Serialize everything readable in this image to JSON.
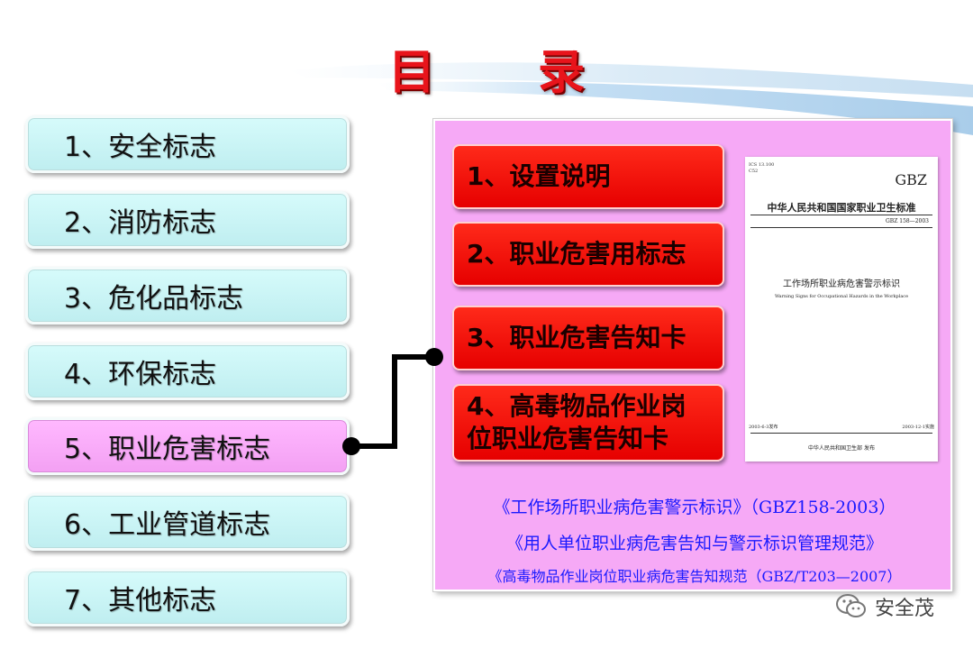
{
  "title": "目 录",
  "left_menu": [
    {
      "label": "1、安全标志"
    },
    {
      "label": "2、消防标志"
    },
    {
      "label": "3、危化品标志"
    },
    {
      "label": "4、环保标志"
    },
    {
      "label": "5、职业危害标志",
      "active": true
    },
    {
      "label": "6、工业管道标志"
    },
    {
      "label": "7、其他标志"
    }
  ],
  "panel": {
    "buttons": [
      {
        "label": "1、设置说明"
      },
      {
        "label": "2、职业危害用标志"
      },
      {
        "label": "3、职业危害告知卡"
      },
      {
        "label_line1": "4、高毒物品作业岗",
        "label_line2": "位职业危害告知卡"
      }
    ],
    "document": {
      "ics_line1": "ICS 13.100",
      "ics_line2": "C52",
      "code": "GBZ",
      "standard_title": "中华人民共和国国家职业卫生标准",
      "number": "GBZ 158—2003",
      "title_cn": "工作场所职业病危害警示标识",
      "title_en": "Warning Signs for Occupational Hazards in the Workplace",
      "issue_date": "2003-6-3发布",
      "effective_date": "2003-12-1实施",
      "publisher": "中华人民共和国卫生部 发布"
    },
    "references": [
      "《工作场所职业病危害警示标识》（GBZ158-2003）",
      "《用人单位职业病危害告知与警示标识管理规范》",
      "《高毒物品作业岗位职业病危害告知规范（GBZ/T203—2007）"
    ]
  },
  "watermark": {
    "text": "安全茂",
    "icon": "wechat-icon"
  },
  "colors": {
    "title": "#e8141b",
    "menu_bg": "#ccf5f6",
    "menu_active_bg": "#f9a8f9",
    "panel_bg": "#f6a9f6",
    "panel_button": "#ff0000",
    "reference_text": "#1a1aff",
    "connector": "#000000"
  }
}
